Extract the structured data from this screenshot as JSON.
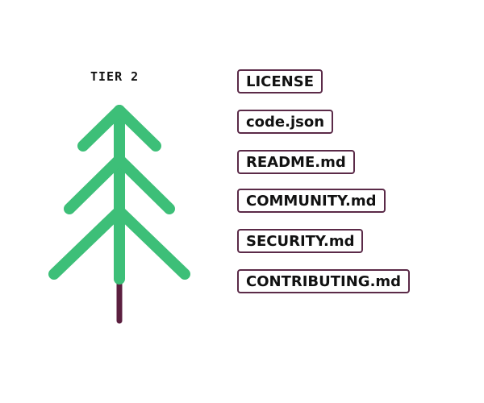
{
  "tier": {
    "label": "TIER 2"
  },
  "tree": {
    "foliage_color": "#3dbf78",
    "trunk_color": "#5b1f3f",
    "icon": "pine-tree-icon"
  },
  "files": {
    "border_color": "#5b2a48",
    "items": [
      {
        "label": "LICENSE"
      },
      {
        "label": "code.json"
      },
      {
        "label": "README.md"
      },
      {
        "label": "COMMUNITY.md"
      },
      {
        "label": "SECURITY.md"
      },
      {
        "label": "CONTRIBUTING.md"
      }
    ]
  }
}
